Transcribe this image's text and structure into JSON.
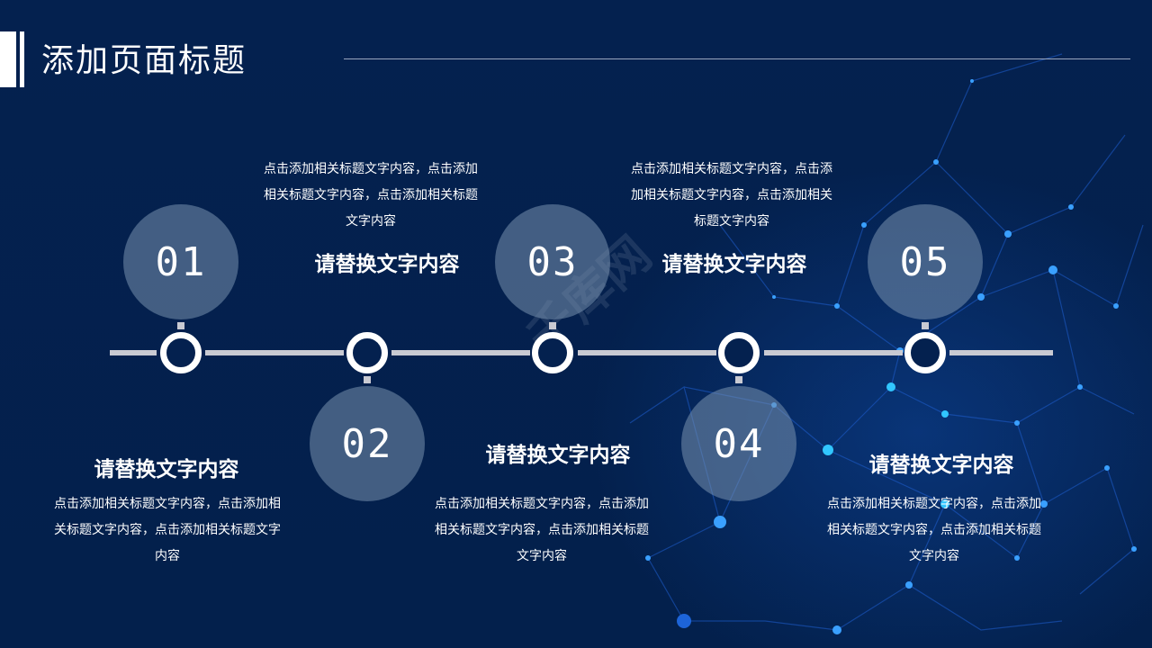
{
  "slide": {
    "title": "添加页面标题",
    "watermark": "千库网",
    "colors": {
      "background": "#04214f",
      "bubble": "#7891af",
      "timeline": "#c9cad2",
      "ring": "#ffffff",
      "text": "#ffffff"
    }
  },
  "timeline": {
    "items": [
      {
        "number": "01",
        "heading": "请替换文字内容",
        "description": "点击添加相关标题文字内容，点击添加相关标题文字内容，点击添加相关标题文字内容",
        "position": "top"
      },
      {
        "number": "02",
        "heading": "请替换文字内容",
        "description": "点击添加相关标题文字内容，点击添加相关标题文字内容，点击添加相关标题文字内容",
        "position": "bottom"
      },
      {
        "number": "03",
        "heading": "请替换文字内容",
        "description": "点击添加相关标题文字内容，点击添加相关标题文字内容，点击添加相关标题文字内容",
        "position": "top"
      },
      {
        "number": "04",
        "heading": "请替换文字内容",
        "description": "点击添加相关标题文字内容，点击添加相关标题文字内容，点击添加相关标题文字内容",
        "position": "bottom"
      },
      {
        "number": "05",
        "heading": "请替换文字内容",
        "description": "点击添加相关标题文字内容，点击添加相关标题文字内容，点击添加相关标题文字内容",
        "position": "top"
      }
    ]
  }
}
